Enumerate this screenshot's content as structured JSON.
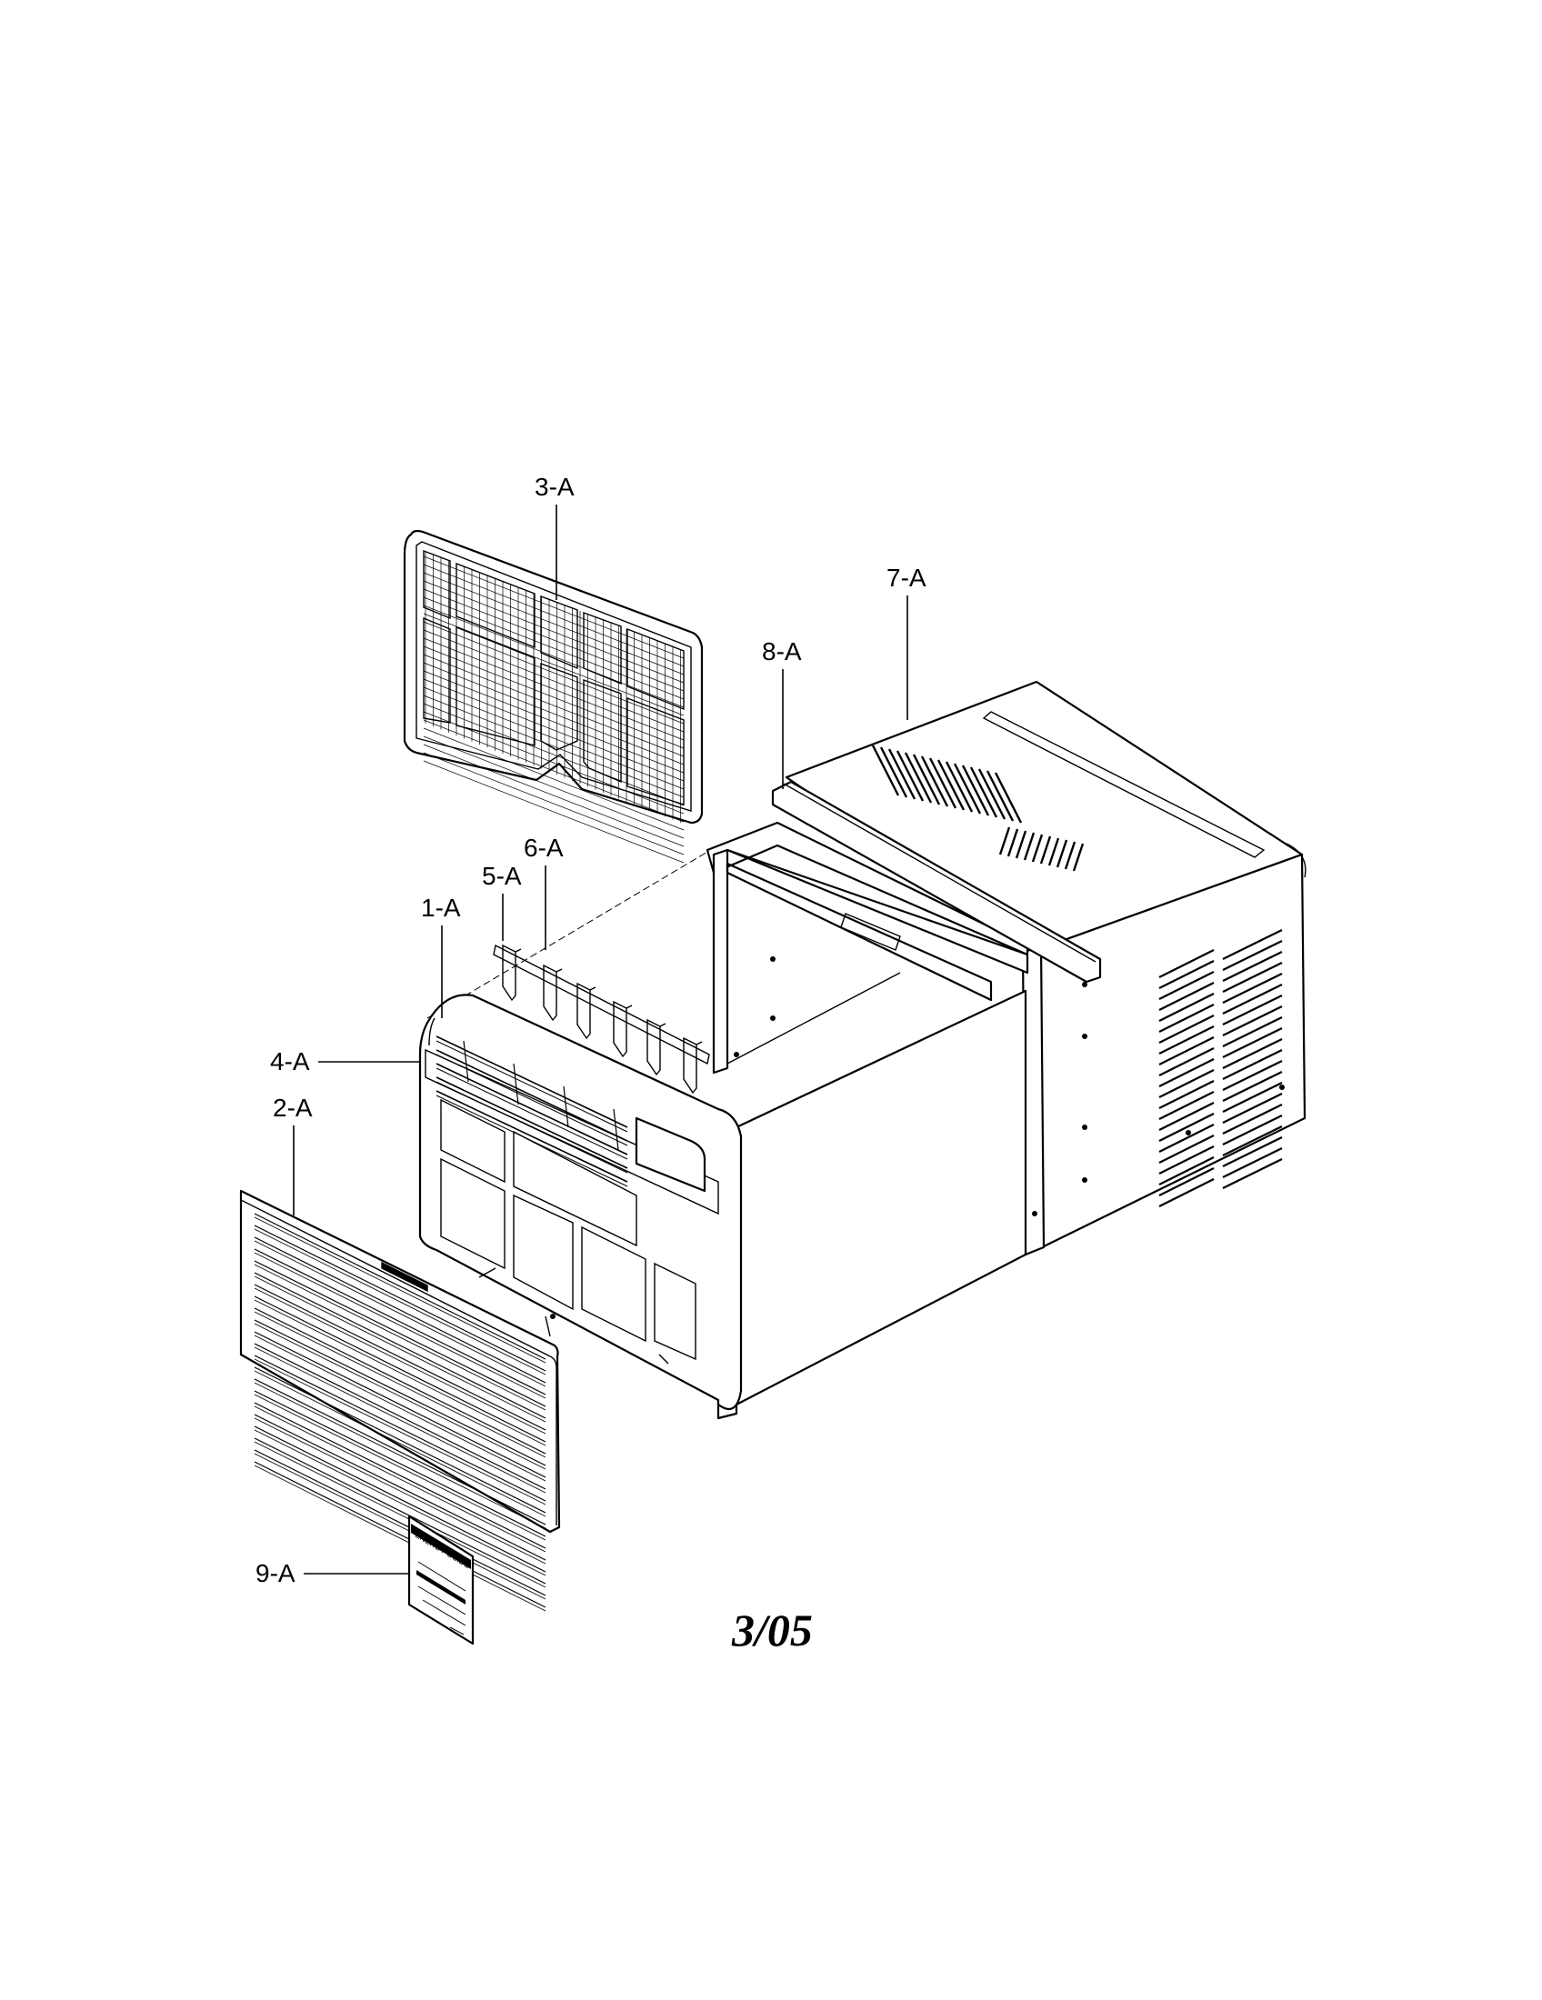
{
  "labels": {
    "p1": "1-A",
    "p2": "2-A",
    "p3": "3-A",
    "p4": "4-A",
    "p5": "5-A",
    "p6": "6-A",
    "p7": "7-A",
    "p8": "8-A",
    "p9": "9-A"
  },
  "revision": "3/05",
  "energy_label_title": "ENERGY GUIDE"
}
